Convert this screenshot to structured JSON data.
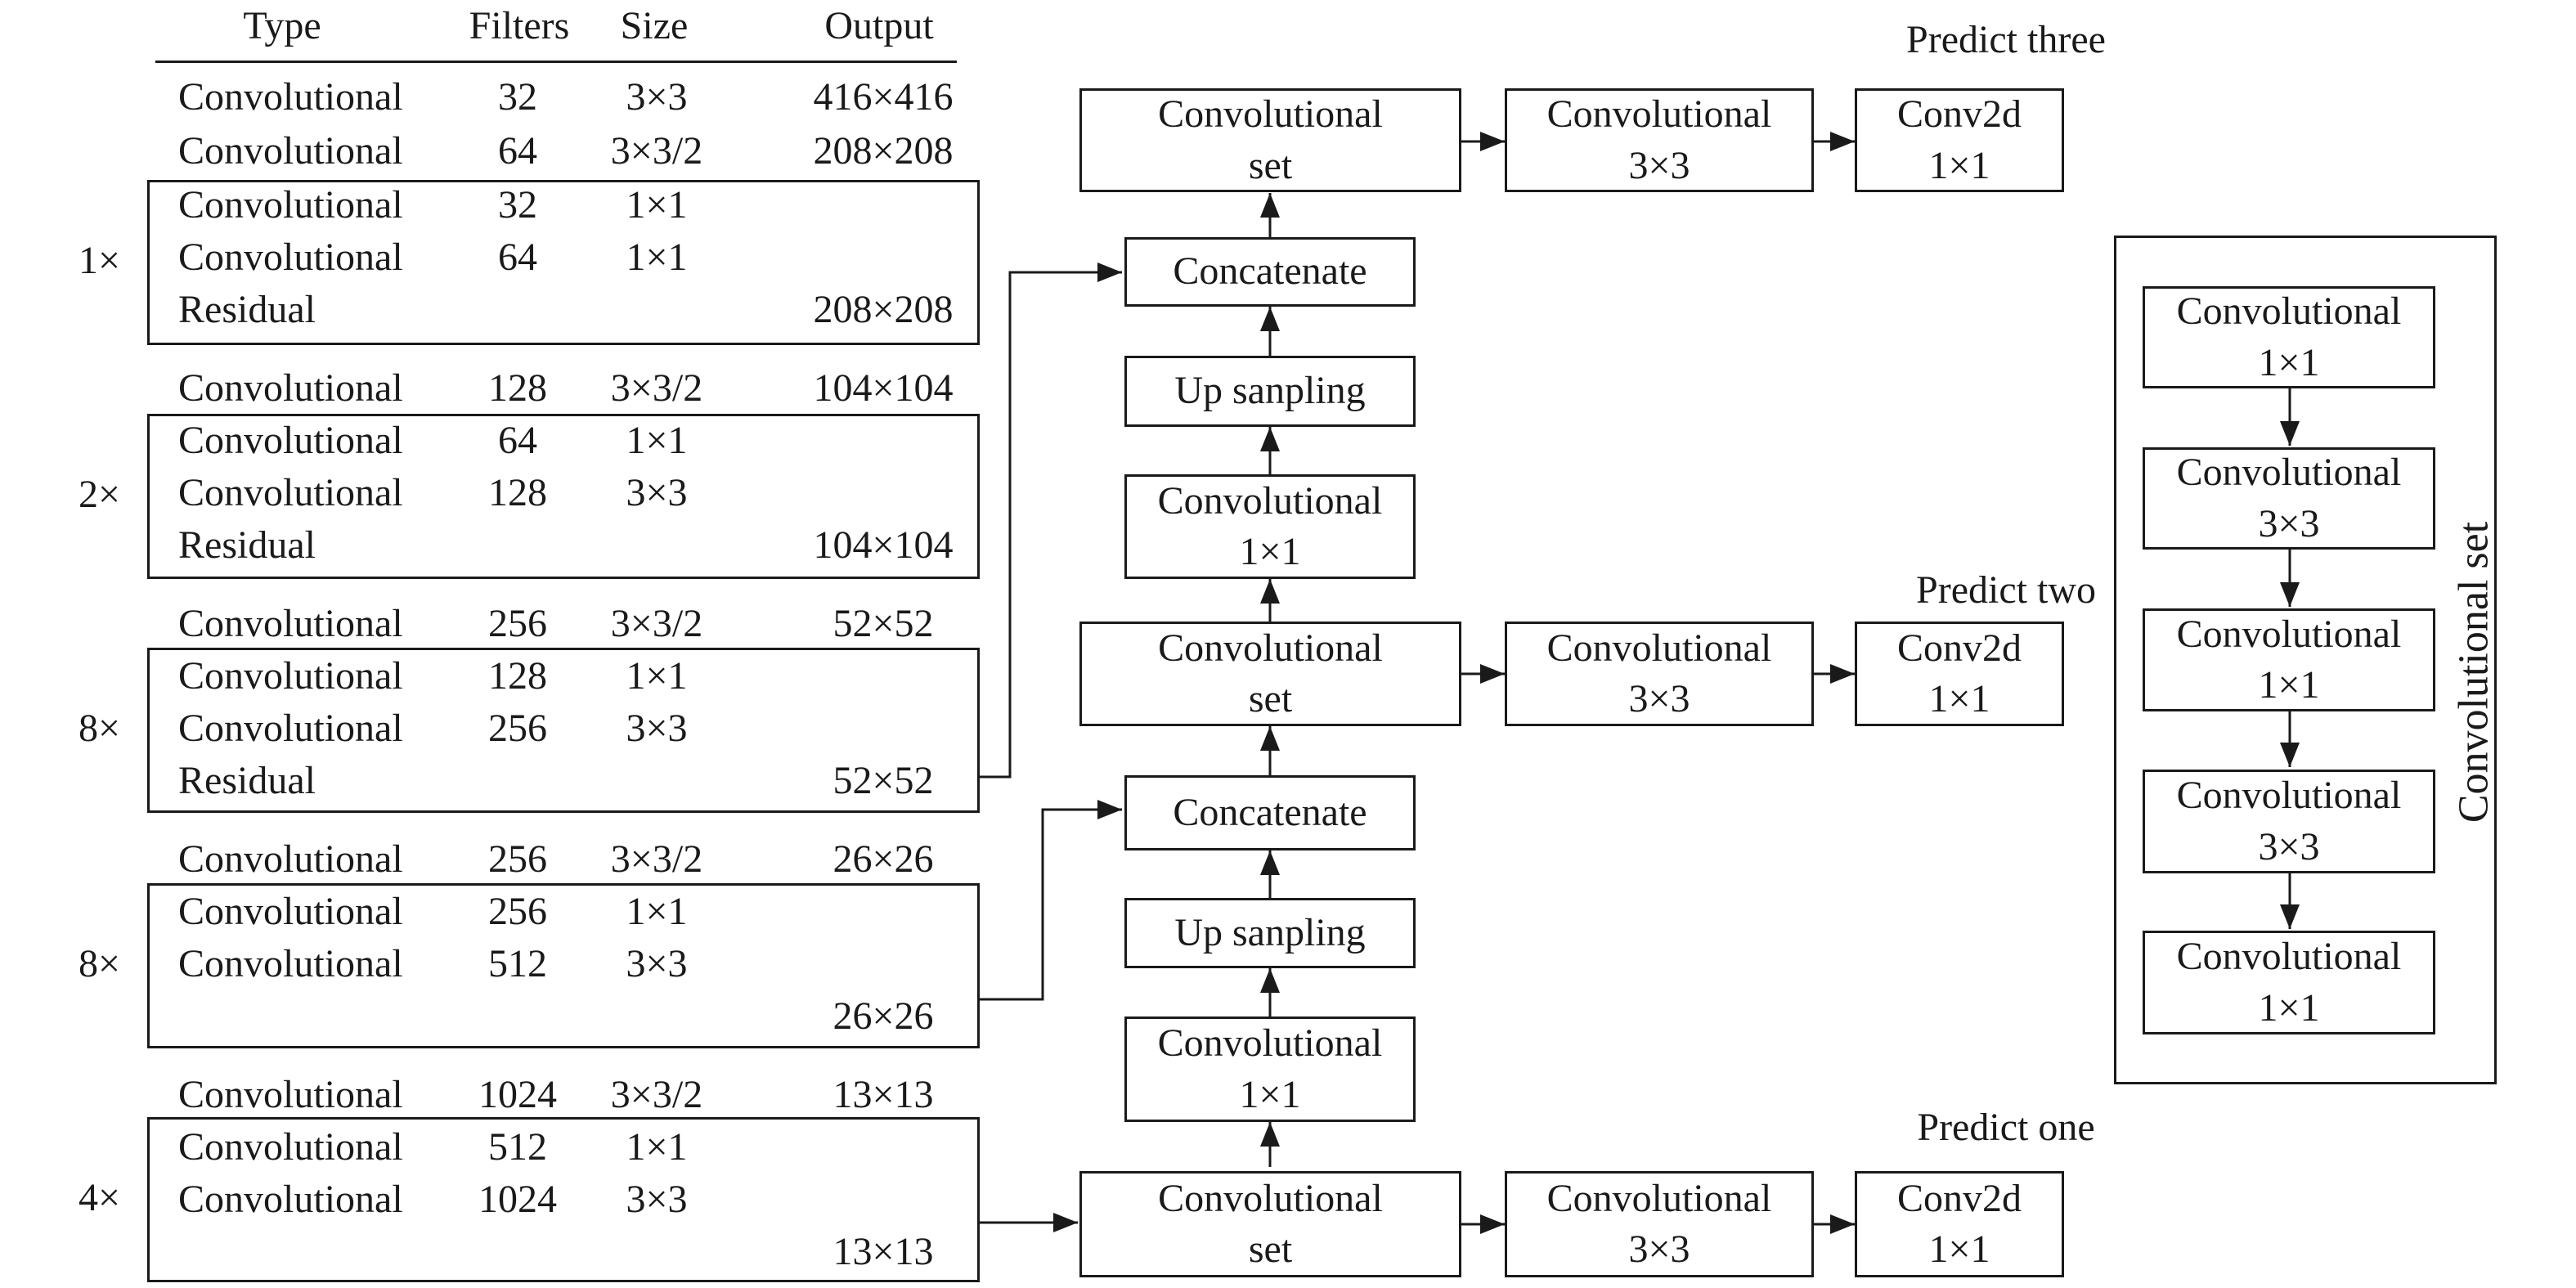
{
  "table": {
    "headers": {
      "type": "Type",
      "filters": "Filters",
      "size": "Size",
      "output": "Output"
    },
    "rows": [
      {
        "type": "Convolutional",
        "filters": "32",
        "size": "3×3",
        "output": "416×416"
      },
      {
        "type": "Convolutional",
        "filters": "64",
        "size": "3×3/2",
        "output": "208×208"
      },
      {
        "type": "Convolutional",
        "filters": "32",
        "size": "1×1",
        "output": ""
      },
      {
        "type": "Convolutional",
        "filters": "64",
        "size": "1×1",
        "output": ""
      },
      {
        "type": "Residual",
        "filters": "",
        "size": "",
        "output": "208×208"
      },
      {
        "type": "Convolutional",
        "filters": "128",
        "size": "3×3/2",
        "output": "104×104"
      },
      {
        "type": "Convolutional",
        "filters": "64",
        "size": "1×1",
        "output": ""
      },
      {
        "type": "Convolutional",
        "filters": "128",
        "size": "3×3",
        "output": ""
      },
      {
        "type": "Residual",
        "filters": "",
        "size": "",
        "output": "104×104"
      },
      {
        "type": "Convolutional",
        "filters": "256",
        "size": "3×3/2",
        "output": "52×52"
      },
      {
        "type": "Convolutional",
        "filters": "128",
        "size": "1×1",
        "output": ""
      },
      {
        "type": "Convolutional",
        "filters": "256",
        "size": "3×3",
        "output": ""
      },
      {
        "type": "Residual",
        "filters": "",
        "size": "",
        "output": "52×52"
      },
      {
        "type": "Convolutional",
        "filters": "256",
        "size": "3×3/2",
        "output": "26×26"
      },
      {
        "type": "Convolutional",
        "filters": "256",
        "size": "1×1",
        "output": ""
      },
      {
        "type": "Convolutional",
        "filters": "512",
        "size": "3×3",
        "output": ""
      },
      {
        "type": "",
        "filters": "",
        "size": "",
        "output": "26×26"
      },
      {
        "type": "Convolutional",
        "filters": "1024",
        "size": "3×3/2",
        "output": "13×13"
      },
      {
        "type": "Convolutional",
        "filters": "512",
        "size": "1×1",
        "output": ""
      },
      {
        "type": "Convolutional",
        "filters": "1024",
        "size": "3×3",
        "output": ""
      },
      {
        "type": "",
        "filters": "",
        "size": "",
        "output": "13×13"
      }
    ],
    "repeats": [
      "1×",
      "2×",
      "8×",
      "8×",
      "4×"
    ]
  },
  "pipeline": {
    "predict_labels": [
      "Predict three",
      "Predict two",
      "Predict one"
    ],
    "conv_set": [
      "Convolutional",
      "set"
    ],
    "conv_3x3": [
      "Convolutional",
      "3×3"
    ],
    "conv2d": [
      "Conv2d",
      "1×1"
    ],
    "concatenate": "Concatenate",
    "upsampling": "Up sanpling",
    "conv_1x1": [
      "Convolutional",
      "1×1"
    ]
  },
  "conv_set_detail": {
    "title": "Convolutional set",
    "layers": [
      [
        "Convolutional",
        "1×1"
      ],
      [
        "Convolutional",
        "3×3"
      ],
      [
        "Convolutional",
        "1×1"
      ],
      [
        "Convolutional",
        "3×3"
      ],
      [
        "Convolutional",
        "1×1"
      ]
    ]
  }
}
